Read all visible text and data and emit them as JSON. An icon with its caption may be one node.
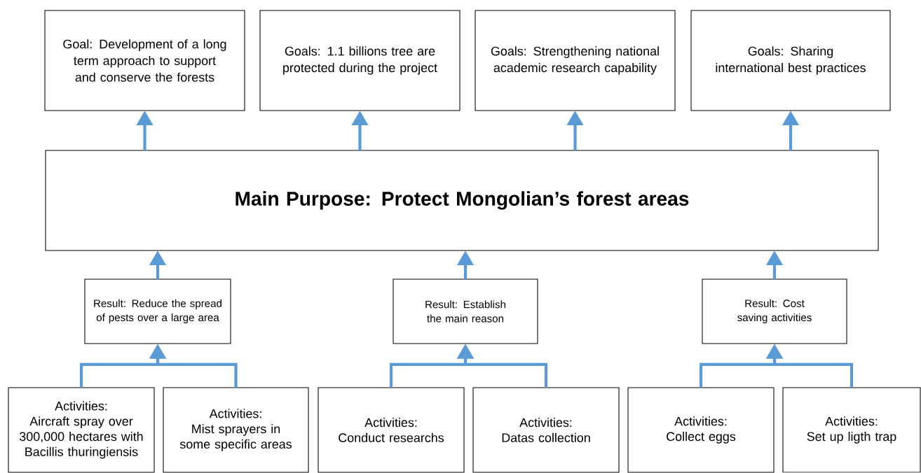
{
  "diagram": {
    "nodes": [
      {
        "text": [
          "Goal:  Development of a long term approach to support and conserve the forests"
        ]
      },
      {
        "text": [
          "Goals: 1.1 billions tree are protected during the project"
        ]
      },
      {
        "text": [
          "Goals: Strengthening national academic research capability"
        ]
      },
      {
        "text": [
          "Goals: Sharing international best practices"
        ]
      },
      {
        "text": [
          "Main Purpose: Protect Mongolian’s forest areas"
        ]
      },
      {
        "text": [
          "Result: Reduce the spread of pests over a large area"
        ]
      },
      {
        "text": [
          "Result: Establish the main reason"
        ]
      },
      {
        "text": [
          "Result: Cost saving activities"
        ]
      },
      {
        "text": [
          "Activities:",
          "Aircraft spray over 300,000 hectares with Bacillis thuringiensis"
        ]
      },
      {
        "text": [
          "Activities:",
          "Mist sprayers in some specific areas"
        ]
      },
      {
        "text": [
          "Activities:",
          "Conduct researchs"
        ]
      },
      {
        "text": [
          "Activities:",
          "Datas collection"
        ]
      },
      {
        "text": [
          "Activities:",
          "Collect eggs"
        ]
      },
      {
        "text": [
          "Activities:",
          "Set up ligth trap"
        ]
      }
    ],
    "edges": [
      {
        "from": 4,
        "to": 0,
        "arrow": "to"
      },
      {
        "from": 4,
        "to": 1,
        "arrow": "to"
      },
      {
        "from": 4,
        "to": 2,
        "arrow": "to"
      },
      {
        "from": 4,
        "to": 3,
        "arrow": "to"
      },
      {
        "from": 5,
        "to": 4,
        "arrow": "to"
      },
      {
        "from": 6,
        "to": 4,
        "arrow": "to"
      },
      {
        "from": 7,
        "to": 4,
        "arrow": "to"
      },
      {
        "from": 8,
        "to": 5,
        "arrow": "to"
      },
      {
        "from": 9,
        "to": 5,
        "arrow": "to"
      },
      {
        "from": 10,
        "to": 6,
        "arrow": "to"
      },
      {
        "from": 11,
        "to": 6,
        "arrow": "to"
      },
      {
        "from": 12,
        "to": 7,
        "arrow": "to"
      },
      {
        "from": 13,
        "to": 7,
        "arrow": "to"
      }
    ]
  }
}
